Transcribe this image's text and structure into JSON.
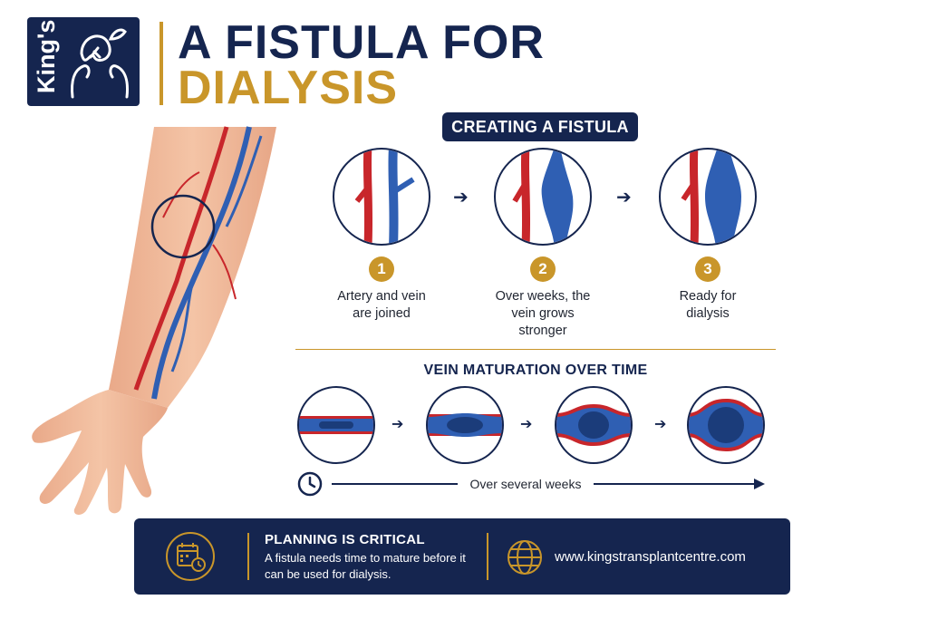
{
  "header": {
    "logo_text": "King's",
    "title_line1": "A FISTULA FOR",
    "title_line2": "DIALYSIS"
  },
  "creating": {
    "heading": "CREATING A FISTULA",
    "steps": [
      {
        "number": "1",
        "label": "Artery and vein are joined"
      },
      {
        "number": "2",
        "label": "Over weeks, the vein grows stronger"
      },
      {
        "number": "3",
        "label": "Ready for dialysis"
      }
    ]
  },
  "maturation": {
    "heading": "VEIN MATURATION OVER TIME",
    "timeline_label": "Over several weeks"
  },
  "banner": {
    "planning_heading": "PLANNING IS CRITICAL",
    "planning_body": "A fistula needs time to mature before it can be used for dialysis.",
    "website": "www.kingstransplantcentre.com"
  },
  "colors": {
    "navy": "#15254f",
    "gold": "#c9962a",
    "artery_red": "#c8262b",
    "vein_blue": "#2f5fb3"
  },
  "icons": [
    "hands-kidney-icon",
    "calendar-clock-icon",
    "globe-icon",
    "clock-icon",
    "arrow-right-icon"
  ]
}
